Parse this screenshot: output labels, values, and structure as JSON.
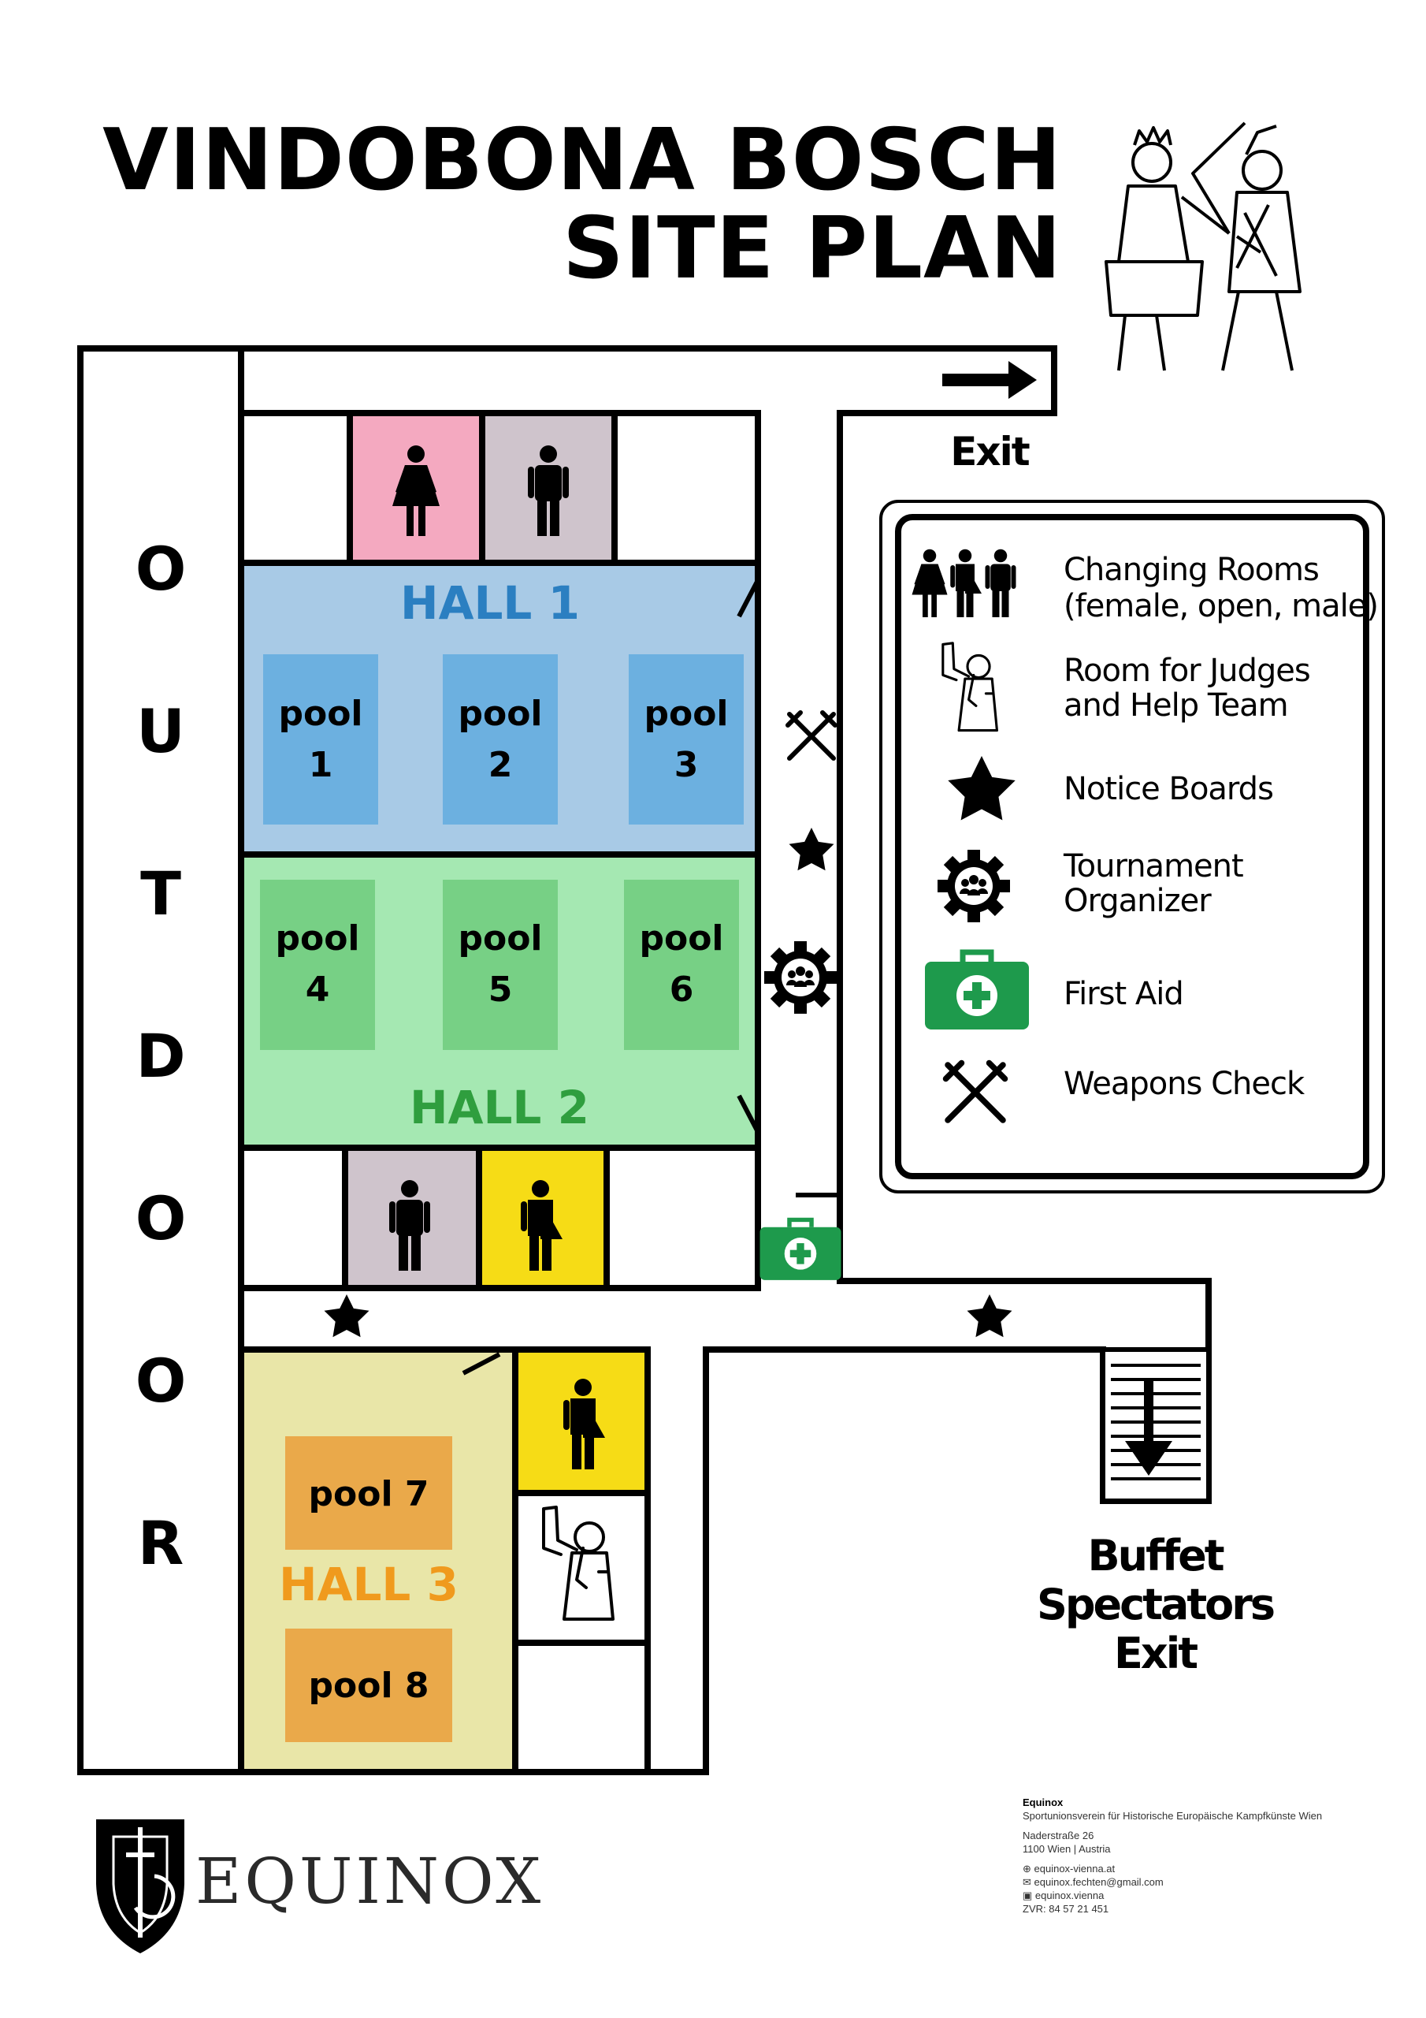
{
  "title": {
    "line1": "VINDOBONA BOSCH",
    "line2": "SITE PLAN"
  },
  "colors": {
    "hall1": "#a8cae6",
    "hall1_pool": "#6cb0e0",
    "hall1_label": "#2b7fc1",
    "hall2": "#a5e8b2",
    "hall2_pool": "#77d085",
    "hall2_label": "#2f9e3e",
    "hall3": "#e9e6a8",
    "hall3_pool": "#eaa94a",
    "hall3_label": "#f09a1d",
    "female_room": "#f4a9c0",
    "male_room": "#cfc4cc",
    "open_room": "#f6dc16",
    "first_aid": "#1e9a4c"
  },
  "outdoor": [
    "O",
    "U",
    "T",
    "D",
    "O",
    "O",
    "R"
  ],
  "halls": {
    "hall1": {
      "label": "HALL 1",
      "pools": [
        {
          "word": "pool",
          "num": "1"
        },
        {
          "word": "pool",
          "num": "2"
        },
        {
          "word": "pool",
          "num": "3"
        }
      ]
    },
    "hall2": {
      "label": "HALL 2",
      "pools": [
        {
          "word": "pool",
          "num": "4"
        },
        {
          "word": "pool",
          "num": "5"
        },
        {
          "word": "pool",
          "num": "6"
        }
      ]
    },
    "hall3": {
      "label": "HALL 3",
      "pools": [
        "pool 7",
        "pool 8"
      ]
    }
  },
  "exits": {
    "top": "Exit",
    "bottom": [
      "Buffet",
      "Spectators",
      "Exit"
    ]
  },
  "legend": [
    {
      "icon": "changing-rooms-icon",
      "lines": [
        "Changing Rooms",
        "(female, open, male)"
      ]
    },
    {
      "icon": "referee-icon",
      "lines": [
        "Room for Judges",
        "and Help Team"
      ]
    },
    {
      "icon": "star-icon",
      "lines": [
        "Notice Boards"
      ]
    },
    {
      "icon": "organizer-gear-icon",
      "lines": [
        "Tournament",
        "Organizer"
      ]
    },
    {
      "icon": "first-aid-kit-icon",
      "lines": [
        "First Aid"
      ]
    },
    {
      "icon": "crossed-swords-icon",
      "lines": [
        "Weapons Check"
      ]
    }
  ],
  "logo": {
    "name": "EQUINOX"
  },
  "footer": {
    "org": "Equinox",
    "subtitle": "Sportunionsverein für Historische Europäische Kampfkünste Wien",
    "street": "Naderstraße 26",
    "city": "1100 Wien | Austria",
    "web": "equinox-vienna.at",
    "email": "equinox.fechten@gmail.com",
    "social": "equinox.vienna",
    "zvr": "ZVR: 84 57 21 451"
  }
}
